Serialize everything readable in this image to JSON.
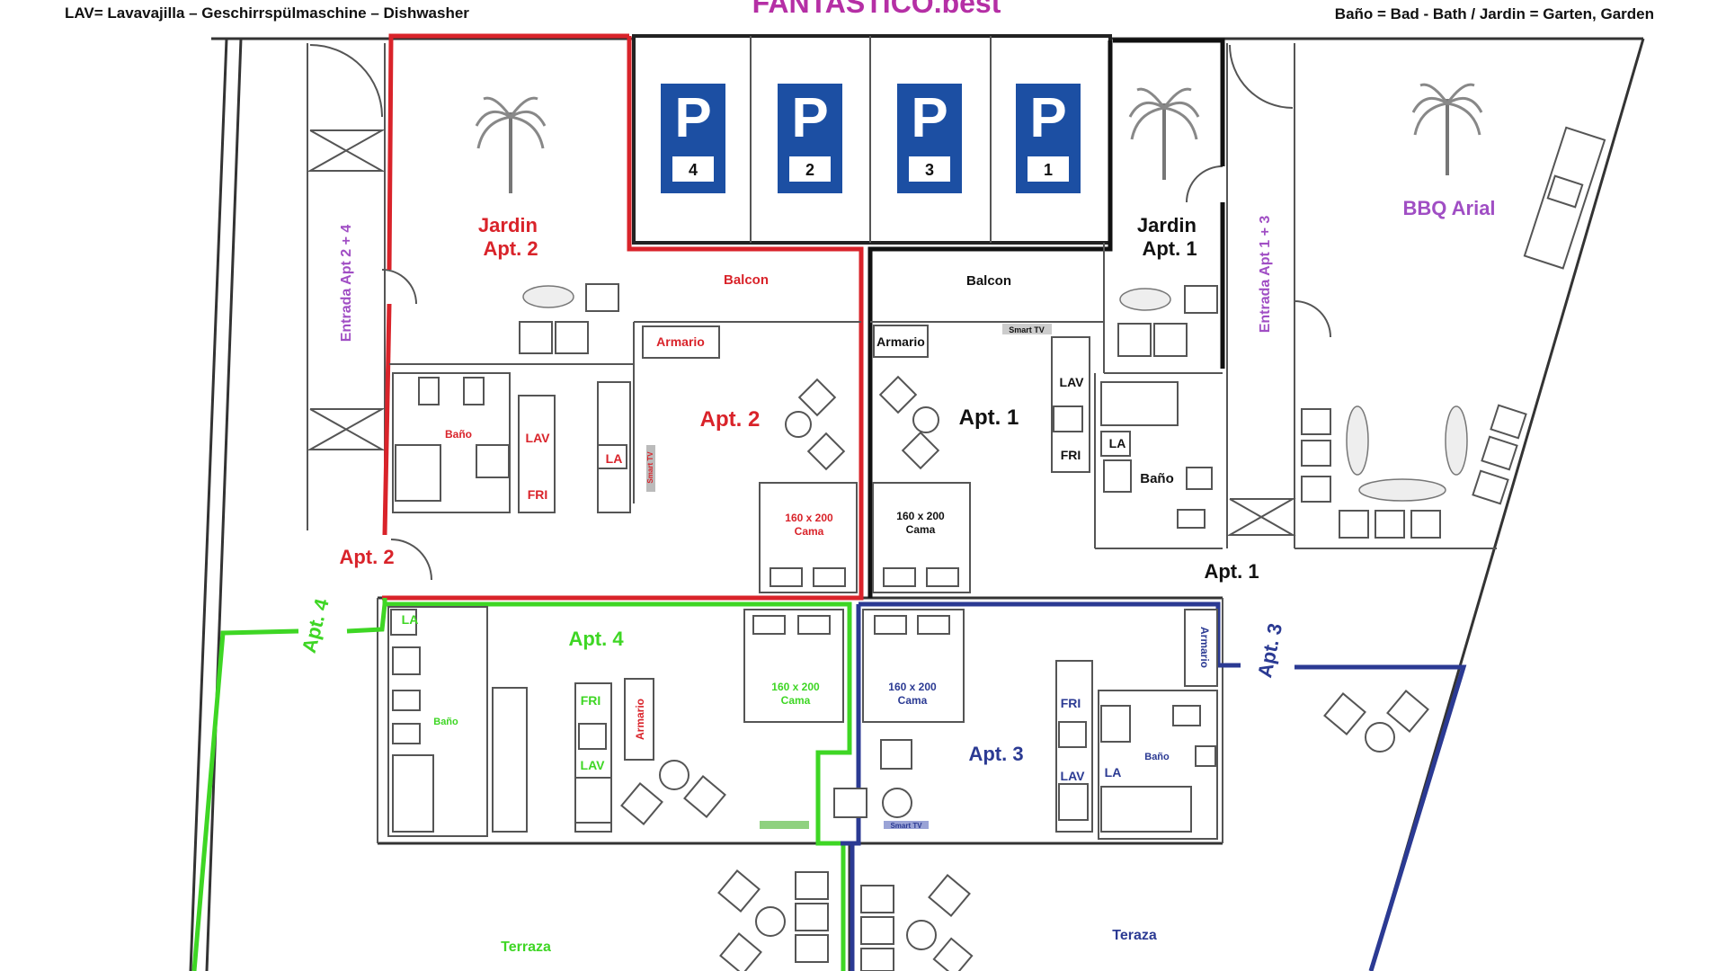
{
  "header": {
    "legend_left": "LAV= Lavavajilla – Geschirrspülmaschine – Dishwasher",
    "brand": "FANTASTICO.best",
    "legend_right": "Baño = Bad -  Bath / Jardin = Garten, Garden"
  },
  "colors": {
    "apt1": "#111111",
    "apt2": "#d9232a",
    "apt3": "#2b3a93",
    "apt4": "#3ed624",
    "brand": "#b52fa5",
    "entrance": "#a04ec4",
    "parking": "#1c4fa3"
  },
  "parking": {
    "icon": "parking-sign-icon",
    "letter": "P",
    "spots": [
      "4",
      "2",
      "3",
      "1"
    ]
  },
  "apt2": {
    "name": "Apt. 2",
    "garden": "Jardin Apt. 2",
    "balcony": "Balcon",
    "wardrobe": "Armario",
    "bath": "Baño",
    "dishwasher": "LAV",
    "fridge": "FRI",
    "washer": "LA",
    "bed": "160 x 200 Cama",
    "tv": "Smart TV",
    "door": "Apt. 2"
  },
  "apt1": {
    "name": "Apt. 1",
    "garden": "Jardin Apt. 1",
    "balcony": "Balcon",
    "wardrobe": "Armario",
    "tv": "Smart TV",
    "dishwasher": "LAV",
    "fridge": "FRI",
    "washer": "LA",
    "bath": "Baño",
    "bed": "160 x 200 Cama",
    "door": "Apt. 1"
  },
  "apt4": {
    "name": "Apt. 4",
    "washer": "LA",
    "bath": "Baño",
    "fridge": "FRI",
    "dishwasher": "LAV",
    "wardrobe": "Armario",
    "bed": "160 x 200 Cama",
    "terrace": "Terraza",
    "door": "Apt. 4"
  },
  "apt3": {
    "name": "Apt. 3",
    "wardrobe": "Armario",
    "bed": "160 x 200 Cama",
    "fridge": "FRI",
    "dishwasher": "LAV",
    "washer": "LA",
    "bath": "Baño",
    "tv": "Smart TV",
    "terrace": "Teraza",
    "door": "Apt. 3"
  },
  "shared": {
    "entrance_24": "Entrada Apt 2 + 4",
    "entrance_13": "Entrada Apt 1 + 3",
    "bbq": "BBQ Arial"
  }
}
